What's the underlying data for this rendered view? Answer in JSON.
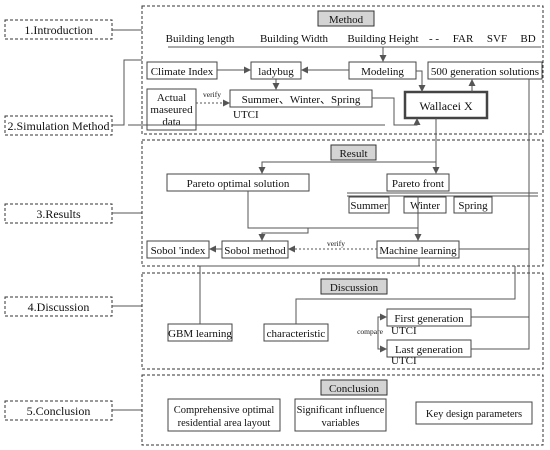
{
  "sidebar": {
    "intro": "1.Introduction",
    "sim": "2.Simulation Method",
    "results": "3.Results",
    "discussion": "4.Discussion",
    "conclusion": "5.Conclusion"
  },
  "method": {
    "header": "Method",
    "params": [
      "Building length",
      "Building Width",
      "Building Height",
      "FAR",
      "SVF",
      "BD"
    ],
    "dots": "-  -",
    "climate": "Climate Index",
    "ladybug": "ladybug",
    "modeling": "Modeling",
    "generation": "500 generation solutions",
    "actual1": "Actual",
    "actual2": "maseured",
    "actual3": "data",
    "verify": "verify",
    "seasons": "Summer、Winter、Spring",
    "utci": "UTCI",
    "wallacei": "Wallacei X"
  },
  "result": {
    "header": "Result",
    "pareto_opt": "Pareto optimal solution",
    "pareto_front": "Pareto front",
    "summer": "Summer",
    "winter": "Winter",
    "spring": "Spring",
    "sobol_index": "Sobol 'index",
    "sobol_method": "Sobol method",
    "verify": "verify",
    "ml": "Machine learning"
  },
  "discussion": {
    "header": "Discussion",
    "gbm": "GBM  learning",
    "characteristic": "characteristic",
    "compare": "compare",
    "first": "First generation",
    "last": "Last  generation",
    "utci": "UTCI"
  },
  "conclusion": {
    "header": "Conclusion",
    "c1a": "Comprehensive optimal",
    "c1b": "residential area layout",
    "c2a": "Significant influence",
    "c2b": "variables",
    "c3": "Key design parameters"
  }
}
